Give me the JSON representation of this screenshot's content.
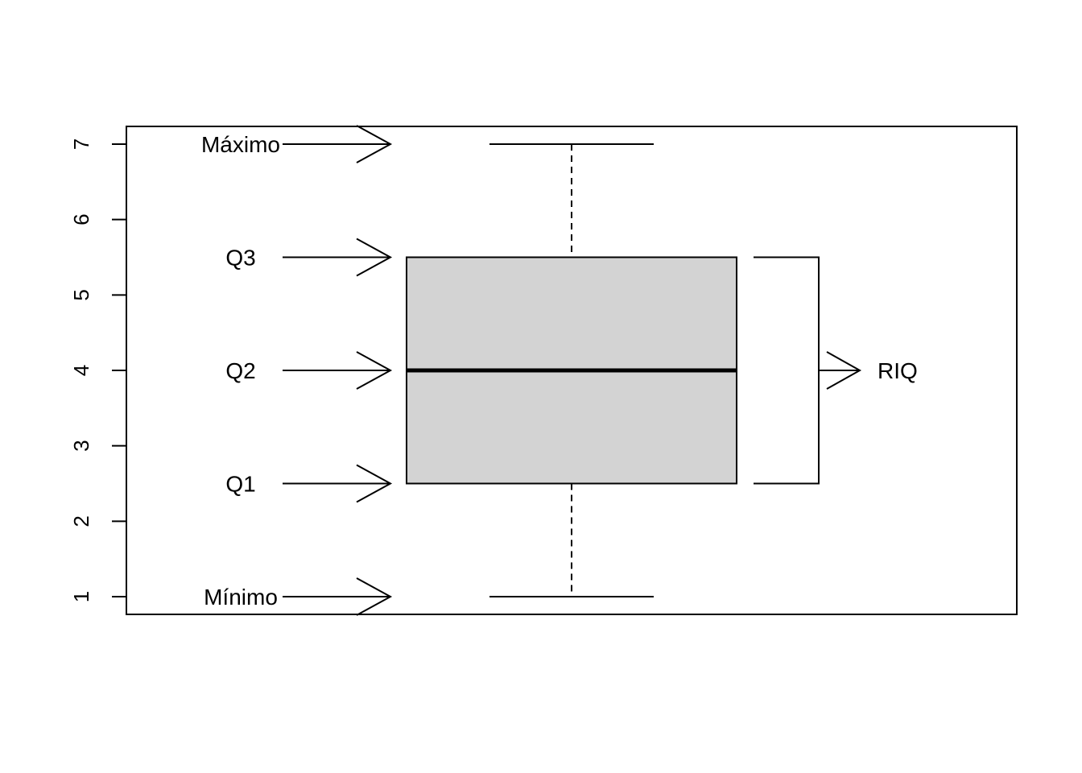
{
  "chart_data": {
    "type": "boxplot",
    "title": "",
    "xlabel": "",
    "ylabel": "",
    "ylim": [
      0.76,
      7.24
    ],
    "y_ticks": [
      1,
      2,
      3,
      4,
      5,
      6,
      7
    ],
    "y_tick_labels": [
      "1",
      "2",
      "3",
      "4",
      "5",
      "6",
      "7"
    ],
    "grid": false,
    "box": {
      "min": 1,
      "q1": 2.5,
      "median": 4,
      "q3": 5.5,
      "max": 7,
      "fill": "#d3d3d3",
      "whisker_style": "dashed"
    },
    "annotations": [
      {
        "label": "Máximo",
        "value": 7,
        "side": "left"
      },
      {
        "label": "Q3",
        "value": 5.5,
        "side": "left"
      },
      {
        "label": "Q2",
        "value": 4,
        "side": "left"
      },
      {
        "label": "Q1",
        "value": 2.5,
        "side": "left"
      },
      {
        "label": "Mínimo",
        "value": 1,
        "side": "left"
      }
    ],
    "bracket": {
      "label": "RIQ",
      "from": 2.5,
      "to": 5.5,
      "side": "right"
    }
  }
}
